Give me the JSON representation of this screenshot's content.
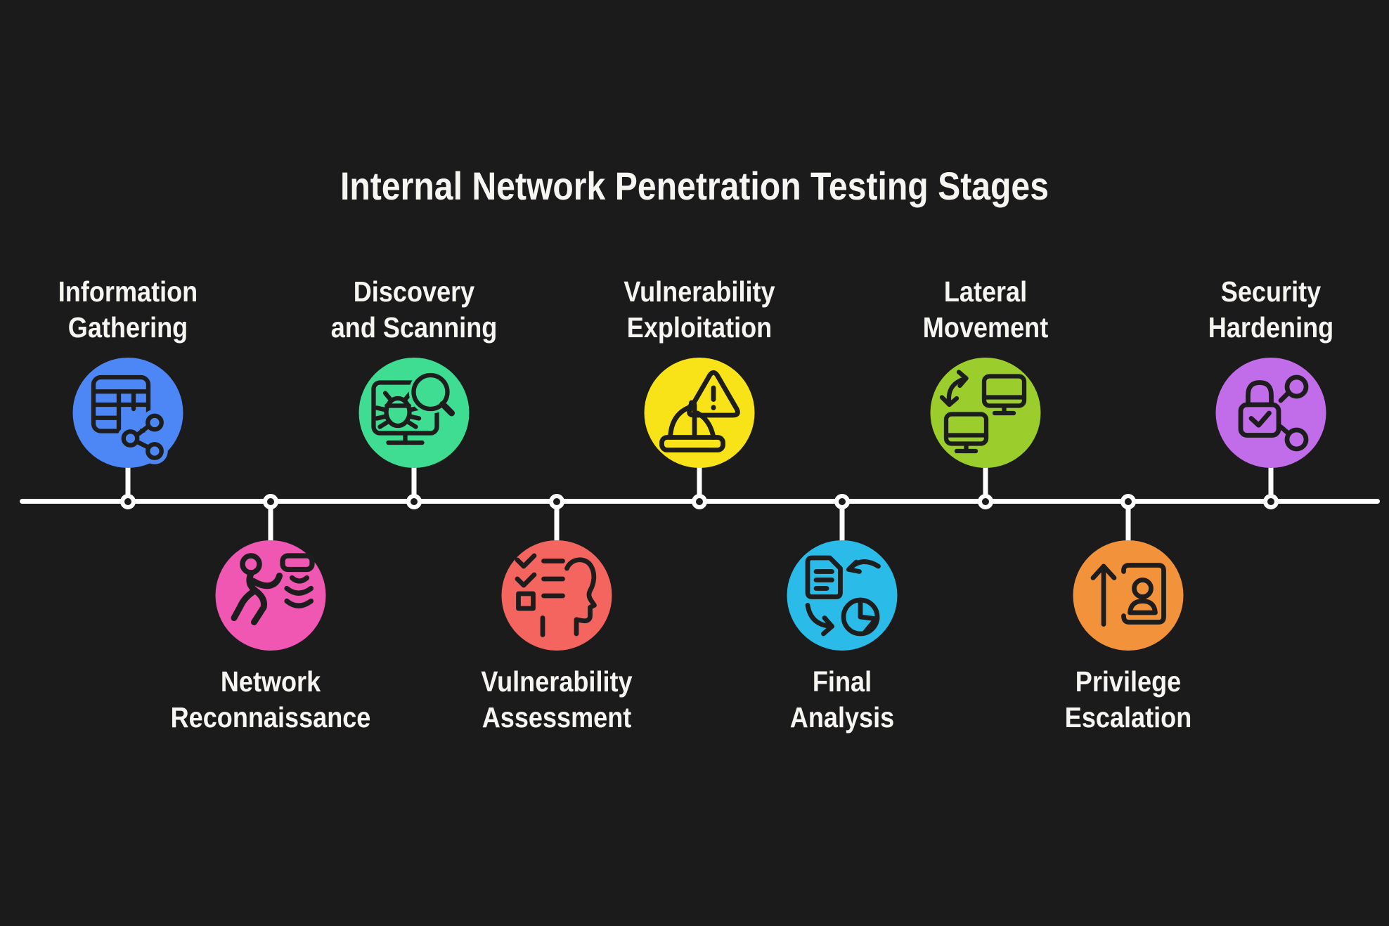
{
  "title": "Internal Network Penetration Testing Stages",
  "colors": {
    "background": "#1b1b1b",
    "icon_stroke": "#1d1d1d",
    "timeline_line": "#ffffff",
    "text": "#f7f5f1"
  },
  "timeline": {
    "node_shape": "white-ring",
    "stage_count": 9
  },
  "stages": [
    {
      "label": [
        "Information",
        "Gathering"
      ],
      "position": "above",
      "color": "#4d87f5",
      "icon": "table-share-icon"
    },
    {
      "label": [
        "Network",
        "Reconnaissance"
      ],
      "position": "below",
      "color": "#ef57b2",
      "icon": "walking-person-signal-icon"
    },
    {
      "label": [
        "Discovery",
        "and Scanning"
      ],
      "position": "above",
      "color": "#3edd91",
      "icon": "monitor-bug-magnifier-icon"
    },
    {
      "label": [
        "Vulnerability",
        "Assessment"
      ],
      "position": "below",
      "color": "#f4655f",
      "icon": "checklist-profile-icon"
    },
    {
      "label": [
        "Vulnerability",
        "Exploitation"
      ],
      "position": "above",
      "color": "#f8e318",
      "icon": "hardhat-warning-icon"
    },
    {
      "label": [
        "Final",
        "Analysis"
      ],
      "position": "below",
      "color": "#2bbbe9",
      "icon": "document-piechart-sync-icon"
    },
    {
      "label": [
        "Lateral",
        "Movement"
      ],
      "position": "above",
      "color": "#9bce2d",
      "icon": "monitors-transfer-icon"
    },
    {
      "label": [
        "Privilege",
        "Escalation"
      ],
      "position": "below",
      "color": "#f2933c",
      "icon": "arrow-up-badge-user-icon"
    },
    {
      "label": [
        "Security",
        "Hardening"
      ],
      "position": "above",
      "color": "#c16ce9",
      "icon": "lock-check-network-icon"
    }
  ]
}
